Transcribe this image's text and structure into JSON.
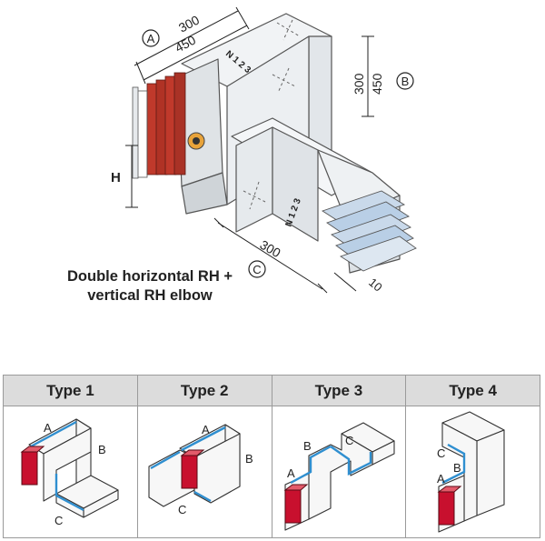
{
  "diagram": {
    "dim_a_300": "300",
    "dim_a_450": "450",
    "dim_b_300": "300",
    "dim_b_450": "450",
    "dim_c_300": "300",
    "dim_c_10": "10",
    "dim_h": "H",
    "circle_a": "A",
    "circle_b": "B",
    "circle_c": "C",
    "phase_top": "N 1 2 3",
    "phase_front": "N 1 2 3"
  },
  "caption": {
    "line1": "Double horizontal RH +",
    "line2": "vertical RH elbow"
  },
  "types": [
    {
      "label": "Type 1",
      "a": "A",
      "b": "B",
      "c": "C"
    },
    {
      "label": "Type 2",
      "a": "A",
      "b": "B",
      "c": "C"
    },
    {
      "label": "Type 3",
      "a": "A",
      "b": "B",
      "c": "C"
    },
    {
      "label": "Type 4",
      "a": "A",
      "b": "B",
      "c": "C"
    }
  ],
  "colors": {
    "housing": "#eef0f2",
    "housing_dark": "#cfd4d8",
    "conductor_red": "#c0392b",
    "conductor_blue": "#b9cfe6",
    "edge_blue": "#2f8fd0",
    "block_red": "#c8102e"
  }
}
